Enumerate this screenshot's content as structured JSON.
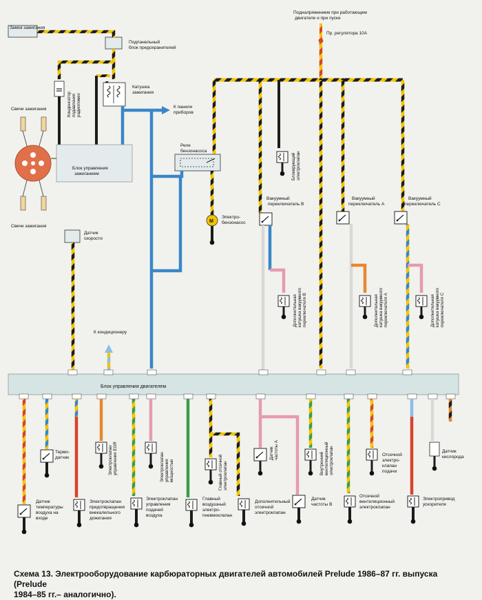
{
  "labels": {
    "ignition_switch": "Замок зажигания",
    "fuse_block_1": "Подпанельный",
    "fuse_block_2": "блок предохранителей",
    "supply_1": "Подналряжением при работающем",
    "supply_2": "двигателе и при пуске",
    "fuse_10a": "Пр. регулятора 10А",
    "condenser_1": "Конденсатор",
    "condenser_2": "подавления",
    "condenser_3": "радиопомех",
    "coil_1": "Катушка",
    "coil_2": "зажигания",
    "to_panel_1": "К панели",
    "to_panel_2": "приборов",
    "spark_top": "Свечи зажигания",
    "spark_bottom": "Свечи зажигания",
    "ign_ctrl_1": "Блок управления",
    "ign_ctrl_2": "зажиганием",
    "relay_1": "Реле",
    "relay_2": "бензонасоса",
    "bypass_1": "Блокирующий",
    "bypass_2": "электроклапан",
    "pump_1": "Электро-",
    "pump_2": "бензонасос",
    "vsw_b_1": "Вакуумный",
    "vsw_b_2": "переключатель В",
    "vsw_a_1": "Вакуумный",
    "vsw_a_2": "переключатель А",
    "vsw_c_1": "Вакуумный",
    "vsw_c_2": "переключатель С",
    "speed_1": "Датчик",
    "speed_2": "скорости",
    "aux_b_1": "Дополнительная",
    "aux_b_2": "катушка вакуумного",
    "aux_b_3": "переключателя В",
    "aux_a_1": "Дополнительная",
    "aux_a_2": "катушка вакуумного",
    "aux_a_3": "переключателя А",
    "aux_c_1": "Дополнительная",
    "aux_c_2": "катушка вакуумного",
    "aux_c_3": "переключателя С",
    "to_ac": "К кондиционеру",
    "ecu": "Блок управления двигателем",
    "thermo_1": "Термо-",
    "thermo_2": "датчик",
    "egr_1": "Электроклапан",
    "egr_2": "управления EGR",
    "power_1": "Электроклапан",
    "power_2": "управления",
    "power_3": "мощностью",
    "freq_a_1": "Датчик",
    "freq_a_2": "частоты А",
    "inner_vent_1": "Внутренний",
    "inner_vent_2": "вентиляционный",
    "inner_vent_3": "электроклапан",
    "cutoff_1": "Отсечной",
    "cutoff_2": "электро-",
    "cutoff_3": "клапан",
    "cutoff_4": "подачи",
    "o2_1": "Датчик",
    "o2_2": "кислорода",
    "iat_1": "Датчик",
    "iat_2": "температуры",
    "iat_3": "воздуха на",
    "iat_4": "входе",
    "antidiesel_1": "Электроклапан",
    "antidiesel_2": "предотвращения",
    "antidiesel_3": "внекалильного",
    "antidiesel_4": "дожигания",
    "airsupply_1": "Электроклапан",
    "airsupply_2": "управления",
    "airsupply_3": "подачей",
    "airsupply_4": "воздуха",
    "main_air_1": "Главный",
    "main_air_2": "воздушный",
    "main_air_3": "электро-",
    "main_air_4": "пневмоклапан",
    "main_cut_1": "Главный отсечной",
    "main_cut_2": "электроклапан",
    "add_valve_1": "Дополнительный",
    "add_valve_2": "отсечной",
    "add_valve_3": "электроклапан",
    "freq_b_1": "Датчик",
    "freq_b_2": "частоты В",
    "cut_vent_1": "Отсечной",
    "cut_vent_2": "вентиляционный",
    "cut_vent_3": "электроклапан",
    "accel_1": "Электропривод",
    "accel_2": "ускорителя"
  },
  "caption": {
    "line1": "Схема 13. Электрооборудование карбюраторных двигателей автомобилей Prelude 1986–87 гг. выпуска (Prelude",
    "line2": "1984–85 гг.– аналогично)."
  },
  "colors": {
    "background": "#f1f2ee",
    "black": "#1c1c1c",
    "yellow": "#f2c400",
    "blue": "#3a86c8",
    "red": "#d8442a",
    "pink": "#e79ab0",
    "green": "#3f9a4a",
    "orange": "#e8872f",
    "light_blue": "#8fbde6",
    "white_wire": "#d8d8d8",
    "block_fill": "#e3ebec",
    "distributor": "#e0704a",
    "ecu_fill": "#d6e4e4"
  }
}
